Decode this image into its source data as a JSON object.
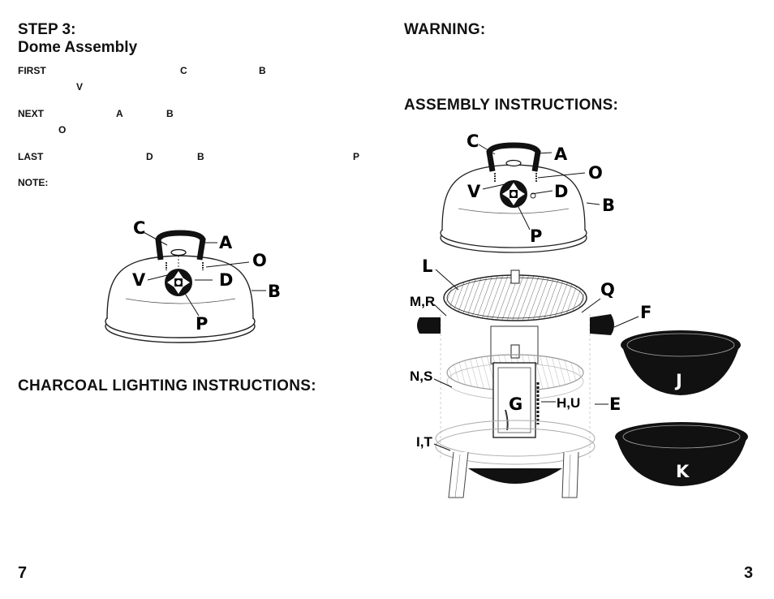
{
  "left_page": {
    "step_title": "STEP 3:",
    "step_subtitle": "Dome Assembly",
    "first_row": {
      "word": "FIRST",
      "l1": "C",
      "l2": "B"
    },
    "first_row2": {
      "l1": "V"
    },
    "next_row": {
      "word": "NEXT",
      "l1": "A",
      "l2": "B"
    },
    "next_row2": {
      "l1": "O"
    },
    "last_row": {
      "word": "LAST",
      "l1": "D",
      "l2": "B",
      "l3": "P"
    },
    "note": "NOTE:",
    "charcoal_heading": "CHARCOAL LIGHTING INSTRUCTIONS:",
    "page_number": "7"
  },
  "right_page": {
    "warning_heading": "WARNING:",
    "assembly_heading": "ASSEMBLY INSTRUCTIONS:",
    "page_number": "3"
  },
  "dome_diagram": {
    "labels": {
      "C": "C",
      "A": "A",
      "O": "O",
      "V": "V",
      "D": "D",
      "B": "B",
      "P": "P"
    }
  },
  "smoker_diagram": {
    "labels": {
      "C": "C",
      "A": "A",
      "O": "O",
      "V": "V",
      "D": "D",
      "B": "B",
      "P": "P",
      "L": "L",
      "Q": "Q",
      "MR": "M,R",
      "F": "F",
      "NS": "N,S",
      "G": "G",
      "HU": "H,U",
      "E": "E",
      "IT": "I,T",
      "J": "J",
      "K": "K"
    }
  }
}
